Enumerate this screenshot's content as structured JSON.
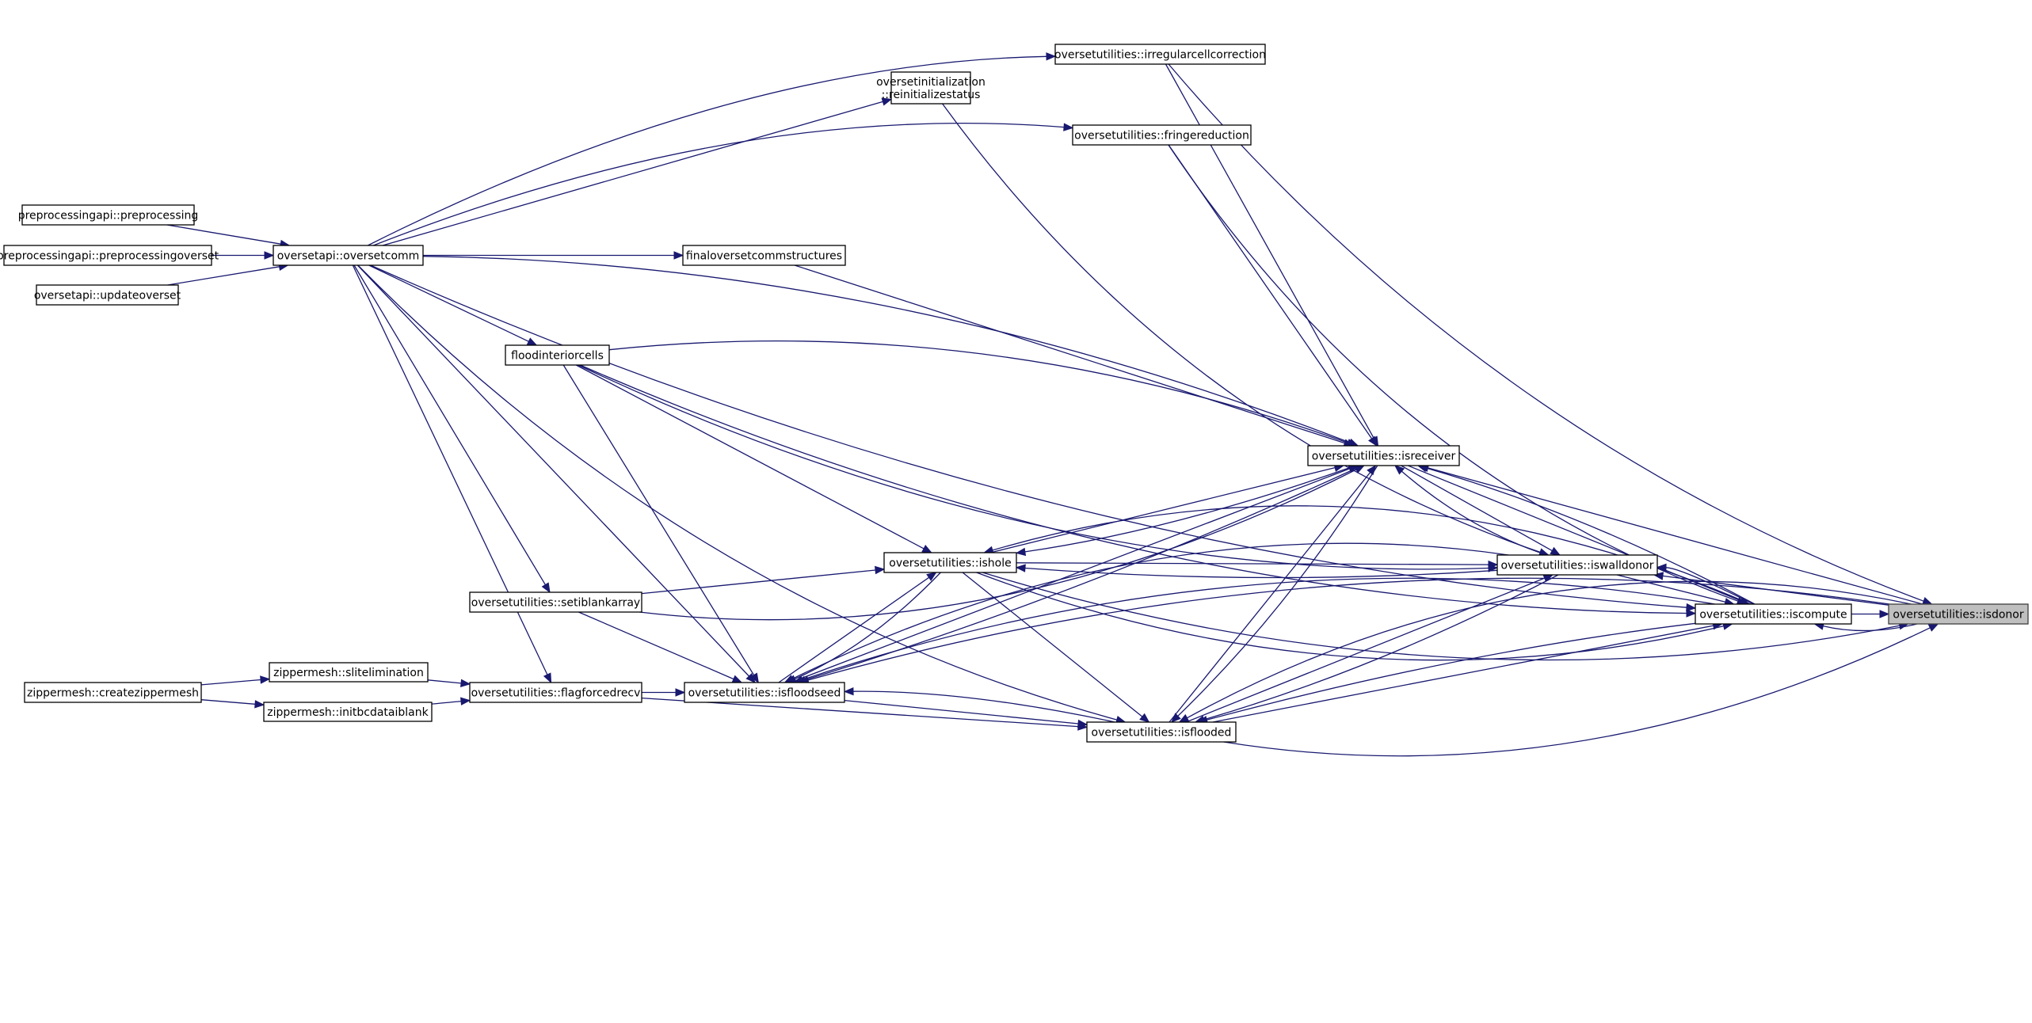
{
  "diagram": {
    "type": "call-graph",
    "root": "isdonor",
    "colors": {
      "edge": "#191970",
      "node_border": "#000000",
      "node_fill": "#ffffff",
      "root_fill": "#bfbfbf"
    },
    "nodes": [
      {
        "id": "isdonor",
        "label": "oversetutilities::isdonor",
        "root": true
      },
      {
        "id": "iscompute",
        "label": "oversetutilities::iscompute"
      },
      {
        "id": "iswalldonor",
        "label": "oversetutilities::iswalldonor"
      },
      {
        "id": "isreceiver",
        "label": "oversetutilities::isreceiver"
      },
      {
        "id": "ishole",
        "label": "oversetutilities::ishole"
      },
      {
        "id": "isflooded",
        "label": "oversetutilities::isflooded"
      },
      {
        "id": "isfloodseed",
        "label": "oversetutilities::isfloodseed"
      },
      {
        "id": "irregular",
        "label": "oversetutilities::irregularcellcorrection"
      },
      {
        "id": "reinit",
        "label": "oversetinitialization\n::reinitializestatus"
      },
      {
        "id": "fringe",
        "label": "oversetutilities::fringereduction"
      },
      {
        "id": "finalcomm",
        "label": "finaloversetcommstructures"
      },
      {
        "id": "floodint",
        "label": "floodinteriorcells"
      },
      {
        "id": "setiblank",
        "label": "oversetutilities::setiblankarray"
      },
      {
        "id": "flagforced",
        "label": "oversetutilities::flagforcedrecv"
      },
      {
        "id": "oversetcomm",
        "label": "oversetapi::oversetcomm"
      },
      {
        "id": "preproc",
        "label": "preprocessingapi::preprocessing"
      },
      {
        "id": "preprocov",
        "label": "preprocessingapi::preprocessingoverset"
      },
      {
        "id": "updateov",
        "label": "oversetapi::updateoverset"
      },
      {
        "id": "slitelim",
        "label": "zippermesh::slitelimination"
      },
      {
        "id": "initbc",
        "label": "zippermesh::initbcdataiblank"
      },
      {
        "id": "createzip",
        "label": "zippermesh::createzippermesh"
      }
    ],
    "edges": [
      {
        "from": "preproc",
        "to": "oversetcomm"
      },
      {
        "from": "preprocov",
        "to": "oversetcomm"
      },
      {
        "from": "updateov",
        "to": "oversetcomm"
      },
      {
        "from": "createzip",
        "to": "slitelim"
      },
      {
        "from": "createzip",
        "to": "initbc"
      },
      {
        "from": "slitelim",
        "to": "flagforced"
      },
      {
        "from": "initbc",
        "to": "flagforced"
      },
      {
        "from": "oversetcomm",
        "to": "irregular"
      },
      {
        "from": "oversetcomm",
        "to": "reinit"
      },
      {
        "from": "oversetcomm",
        "to": "fringe"
      },
      {
        "from": "oversetcomm",
        "to": "finalcomm"
      },
      {
        "from": "oversetcomm",
        "to": "floodint"
      },
      {
        "from": "oversetcomm",
        "to": "setiblank"
      },
      {
        "from": "oversetcomm",
        "to": "flagforced"
      },
      {
        "from": "oversetcomm",
        "to": "iscompute"
      },
      {
        "from": "oversetcomm",
        "to": "isreceiver"
      },
      {
        "from": "oversetcomm",
        "to": "isflooded"
      },
      {
        "from": "oversetcomm",
        "to": "isfloodseed"
      },
      {
        "from": "flagforced",
        "to": "isfloodseed"
      },
      {
        "from": "flagforced",
        "to": "isflooded"
      },
      {
        "from": "floodint",
        "to": "isfloodseed"
      },
      {
        "from": "floodint",
        "to": "ishole"
      },
      {
        "from": "floodint",
        "to": "iswalldonor"
      },
      {
        "from": "floodint",
        "to": "isreceiver"
      },
      {
        "from": "floodint",
        "to": "iscompute"
      },
      {
        "from": "setiblank",
        "to": "isreceiver"
      },
      {
        "from": "setiblank",
        "to": "ishole"
      },
      {
        "from": "setiblank",
        "to": "isfloodseed"
      },
      {
        "from": "finalcomm",
        "to": "isreceiver"
      },
      {
        "from": "fringe",
        "to": "isreceiver"
      },
      {
        "from": "fringe",
        "to": "iscompute"
      },
      {
        "from": "irregular",
        "to": "isreceiver"
      },
      {
        "from": "irregular",
        "to": "isdonor"
      },
      {
        "from": "reinit",
        "to": "iswalldonor"
      },
      {
        "from": "isfloodseed",
        "to": "isreceiver"
      },
      {
        "from": "isfloodseed",
        "to": "ishole"
      },
      {
        "from": "isfloodseed",
        "to": "isflooded"
      },
      {
        "from": "isflooded",
        "to": "isfloodseed"
      },
      {
        "from": "isflooded",
        "to": "isreceiver"
      },
      {
        "from": "isflooded",
        "to": "iswalldonor"
      },
      {
        "from": "isflooded",
        "to": "iscompute"
      },
      {
        "from": "isflooded",
        "to": "isdonor"
      },
      {
        "from": "ishole",
        "to": "isreceiver"
      },
      {
        "from": "ishole",
        "to": "isfloodseed"
      },
      {
        "from": "ishole",
        "to": "isflooded"
      },
      {
        "from": "ishole",
        "to": "iswalldonor"
      },
      {
        "from": "ishole",
        "to": "iscompute"
      },
      {
        "from": "ishole",
        "to": "isdonor"
      },
      {
        "from": "isreceiver",
        "to": "ishole"
      },
      {
        "from": "isreceiver",
        "to": "isfloodseed"
      },
      {
        "from": "isreceiver",
        "to": "isflooded"
      },
      {
        "from": "isreceiver",
        "to": "iswalldonor"
      },
      {
        "from": "isreceiver",
        "to": "iscompute"
      },
      {
        "from": "iswalldonor",
        "to": "isreceiver"
      },
      {
        "from": "iswalldonor",
        "to": "ishole"
      },
      {
        "from": "iswalldonor",
        "to": "isflooded"
      },
      {
        "from": "iswalldonor",
        "to": "isfloodseed"
      },
      {
        "from": "iswalldonor",
        "to": "iscompute"
      },
      {
        "from": "iscompute",
        "to": "isreceiver"
      },
      {
        "from": "iscompute",
        "to": "iswalldonor"
      },
      {
        "from": "iscompute",
        "to": "ishole"
      },
      {
        "from": "iscompute",
        "to": "isflooded"
      },
      {
        "from": "iscompute",
        "to": "isfloodseed"
      },
      {
        "from": "iscompute",
        "to": "isdonor"
      },
      {
        "from": "isdonor",
        "to": "iscompute"
      },
      {
        "from": "isdonor",
        "to": "iswalldonor"
      },
      {
        "from": "isdonor",
        "to": "isreceiver"
      },
      {
        "from": "isdonor",
        "to": "isflooded"
      },
      {
        "from": "isdonor",
        "to": "isfloodseed"
      }
    ]
  }
}
